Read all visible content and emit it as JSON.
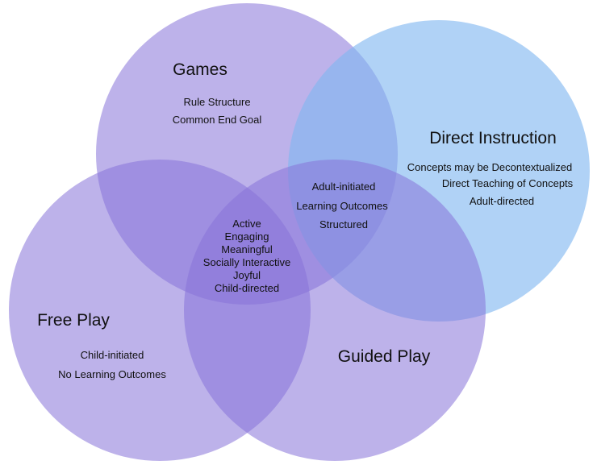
{
  "colors": {
    "purple_circle": "#8672d8",
    "blue_circle": "#7fb6f0"
  },
  "games": {
    "title": "Games",
    "items": [
      "Rule Structure",
      "Common End Goal"
    ]
  },
  "direct_instruction": {
    "title": "Direct Instruction",
    "items": [
      "Concepts may be Decontextualized",
      "Direct Teaching of Concepts",
      "Adult-directed"
    ]
  },
  "free_play": {
    "title": "Free Play",
    "items": [
      "Child-initiated",
      "No Learning Outcomes"
    ]
  },
  "guided_play": {
    "title": "Guided Play"
  },
  "overlap_games_di_guided": {
    "items": [
      "Adult-initiated",
      "Learning Outcomes",
      "Structured"
    ]
  },
  "center": {
    "items": [
      "Active",
      "Engaging",
      "Meaningful",
      "Socially Interactive",
      "Joyful",
      "Child-directed"
    ]
  }
}
